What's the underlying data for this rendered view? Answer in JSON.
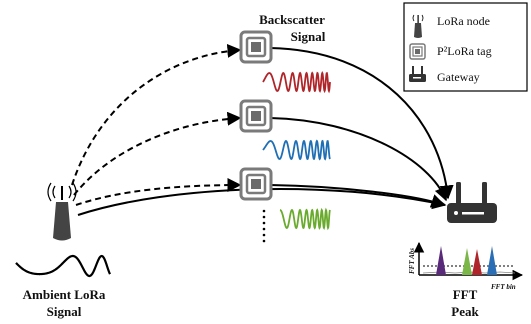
{
  "labels": {
    "backscatter_line1": "Backscatter",
    "backscatter_line2": "Signal",
    "ambient_line1": "Ambient LoRa",
    "ambient_line2": "Signal",
    "fft_line1": "FFT",
    "fft_line2": "Peak",
    "fft_ylabel": "FFT Abs",
    "fft_xlabel": "FFT bin"
  },
  "legend": {
    "items": [
      {
        "icon": "lora-node-icon",
        "label": "LoRa node"
      },
      {
        "icon": "p2lora-tag-icon",
        "label": "P²LoRa tag"
      },
      {
        "icon": "gateway-icon",
        "label": "Gateway"
      }
    ]
  },
  "colors": {
    "signal_red": "#b0252a",
    "signal_blue": "#1f6fb5",
    "signal_green": "#6aab2e",
    "peak_purple": "#5a2a7a",
    "peak_green": "#7ab648",
    "peak_red": "#b0252a",
    "peak_blue": "#2a6fb5"
  }
}
